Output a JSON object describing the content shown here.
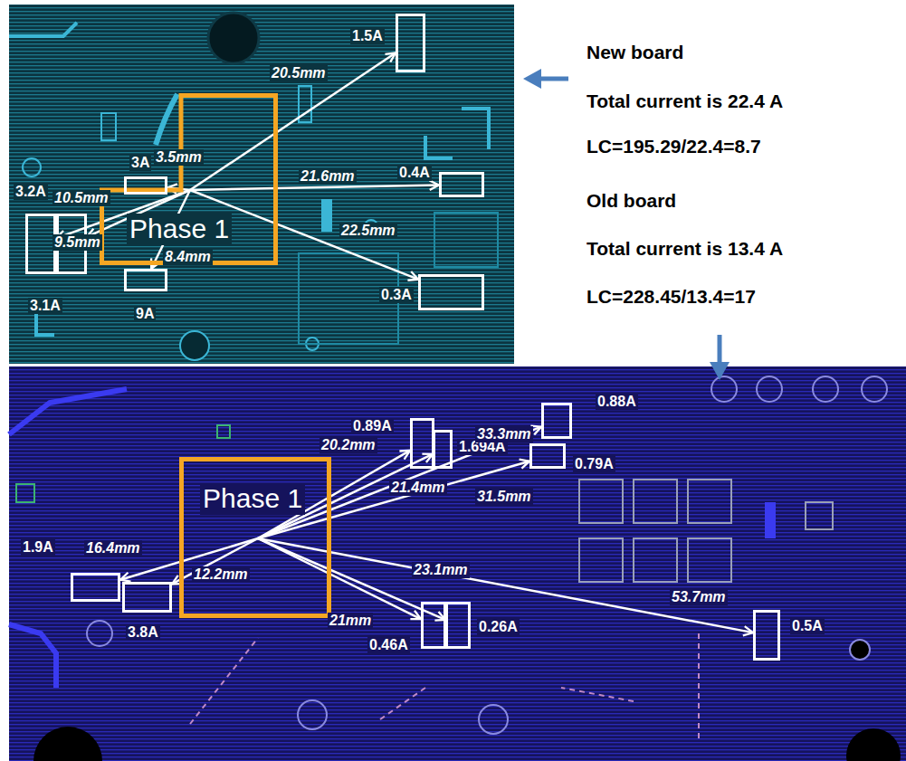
{
  "diagram": {
    "nodes": [
      {
        "text": [
          "Phase 1"
        ]
      },
      {
        "text": [
          "1.5A"
        ]
      },
      {
        "text": [
          "3A"
        ]
      },
      {
        "text": [
          "0.4A"
        ]
      },
      {
        "text": [
          "3.2A"
        ]
      },
      {
        "text": [
          "3.1A"
        ]
      },
      {
        "text": [
          "9A"
        ]
      },
      {
        "text": [
          "0.3A"
        ]
      },
      {
        "text": [
          "Phase 1"
        ]
      },
      {
        "text": [
          "0.89A"
        ]
      },
      {
        "text": [
          "1.694A"
        ]
      },
      {
        "text": [
          "0.88A"
        ]
      },
      {
        "text": [
          "0.79A"
        ]
      },
      {
        "text": [
          "1.9A"
        ]
      },
      {
        "text": [
          "3.8A"
        ]
      },
      {
        "text": [
          "0.46A"
        ]
      },
      {
        "text": [
          "0.26A"
        ]
      },
      {
        "text": [
          "0.5A"
        ]
      }
    ],
    "edges": [
      {
        "from": 0,
        "to": 1,
        "label": "20.5mm",
        "arrow": "to"
      },
      {
        "from": 0,
        "to": 2,
        "label": "3.5mm",
        "arrow": "to"
      },
      {
        "from": 0,
        "to": 3,
        "label": "21.6mm",
        "arrow": "to"
      },
      {
        "from": 0,
        "to": 4,
        "label": "10.5mm",
        "arrow": "to"
      },
      {
        "from": 0,
        "to": 5,
        "label": "9.5mm",
        "arrow": "to"
      },
      {
        "from": 0,
        "to": 6,
        "label": "8.4mm",
        "arrow": "to"
      },
      {
        "from": 0,
        "to": 7,
        "label": "22.5mm",
        "arrow": "to"
      },
      {
        "from": 8,
        "to": 9,
        "label": "20.2mm",
        "arrow": "to"
      },
      {
        "from": 8,
        "to": 10,
        "label": "21.4mm",
        "arrow": "to"
      },
      {
        "from": 8,
        "to": 11,
        "label": "33.3mm",
        "arrow": "to"
      },
      {
        "from": 8,
        "to": 12,
        "label": "31.5mm",
        "arrow": "to"
      },
      {
        "from": 8,
        "to": 13,
        "label": "16.4mm",
        "arrow": "to"
      },
      {
        "from": 8,
        "to": 14,
        "label": "12.2mm",
        "arrow": "to"
      },
      {
        "from": 8,
        "to": 15,
        "label": "21mm",
        "arrow": "to"
      },
      {
        "from": 8,
        "to": 16,
        "label": "23.1mm",
        "arrow": "to"
      },
      {
        "from": 8,
        "to": 17,
        "label": "53.7mm",
        "arrow": "to"
      }
    ],
    "labels": [
      "New board",
      "Total current is 22.4 A",
      "LC=195.29/22.4=8.7",
      "Old board",
      "Total current is 13.4 A",
      "LC=228.45/13.4=17"
    ]
  }
}
